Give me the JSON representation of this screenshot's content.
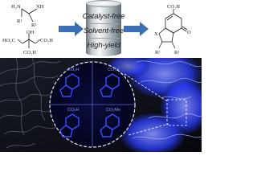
{
  "reactant_amine": {
    "group_1": "H₂N",
    "group_2": "XH",
    "substituent_1": "R¹",
    "substituent_2": "R²"
  },
  "reactant_citric_acid": {
    "carboxyl_left": "HO₂C",
    "hydroxyl": "OH",
    "carboxyl_right": "CO₂H",
    "carboxyl_bottom": "CO₂H"
  },
  "conditions": [
    "Catalyst-free",
    "Solvent-free",
    "High-yield"
  ],
  "product": {
    "carboxyl": "CO₂H",
    "carbonyl": "O",
    "heteroatom": "X",
    "substituent_1": "R¹",
    "substituent_2": "R²"
  },
  "inset_labels": [
    "CO₂H",
    "CO₂H",
    "CO₂H",
    "CO₂Me"
  ],
  "colors": {
    "arrow": "#3d6fb6",
    "fluorescence": "#2a3cff",
    "fluorescence_glow": "#6c7dff",
    "background_dark": "#0c0e1a"
  }
}
